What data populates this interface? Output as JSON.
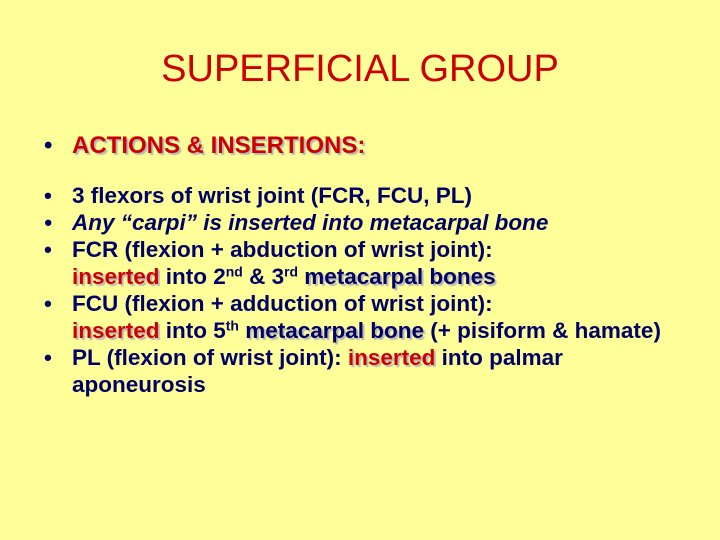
{
  "slide": {
    "title": "SUPERFICIAL GROUP",
    "bullet_glyph": "•",
    "heading": "ACTIONS & INSERTIONS:",
    "b1": "3 flexors of wrist joint (FCR, FCU, PL)",
    "b2": "Any “carpi” is inserted into metacarpal bone",
    "b3": {
      "line1": "FCR (flexion + abduction of wrist joint):",
      "inserted": "inserted",
      "into": " into 2",
      "sup1": "nd",
      "and": " & 3",
      "sup2": "rd",
      "rest": " metacarpal bones"
    },
    "b4": {
      "line1": "FCU (flexion + adduction of wrist joint):",
      "inserted": "inserted",
      "into": " into 5",
      "sup1": "th",
      "rest": " metacarpal bone",
      "tail": " (+ pisiform & hamate)"
    },
    "b5": {
      "pre": "PL (flexion of wrist joint): ",
      "inserted": "inserted",
      "post": " into palmar aponeurosis"
    },
    "colors": {
      "background": "#FFFF99",
      "title": "#CC0000",
      "body_text": "#000066",
      "highlight": "#CC0000"
    }
  }
}
